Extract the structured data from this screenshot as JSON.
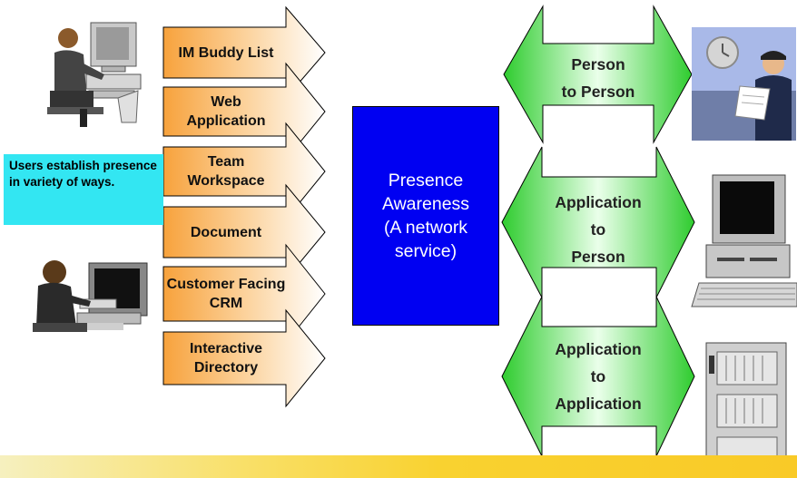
{
  "sources": [
    {
      "label": "IM Buddy List"
    },
    {
      "label": "Web Application"
    },
    {
      "label": "Team Workspace"
    },
    {
      "label": "Document"
    },
    {
      "label": "Customer Facing CRM"
    },
    {
      "label": "Interactive Directory"
    }
  ],
  "callout": "Users establish presence in variety of ways.",
  "presence": {
    "line1": "Presence",
    "line2": "Awareness",
    "line3": "(A network",
    "line4": "service)"
  },
  "channels": [
    {
      "l1": "Person",
      "l2": "to Person"
    },
    {
      "l1": "Application",
      "l2": "to",
      "l3": "Person"
    },
    {
      "l1": "Application",
      "l2": "to",
      "l3": "Application"
    }
  ],
  "colors": {
    "arrow_orange": "#f7a23c",
    "arrow_light": "#fff0dc",
    "arrow_green": "#2fcc2f",
    "arrow_green_light": "#eaffea",
    "presence_blue": "#0000f2",
    "callout_cyan": "#33e6f2"
  },
  "icons": [
    "person-at-computer-icon",
    "woman-at-computer-icon",
    "businessman-reading-icon",
    "desktop-computer-icon",
    "server-tower-icon"
  ]
}
